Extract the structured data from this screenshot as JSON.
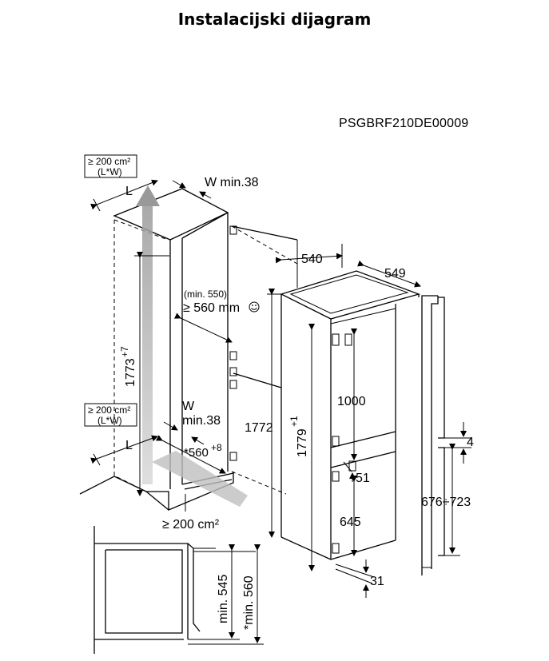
{
  "title": "Instalacijski dijagram",
  "diagram_code": "PSGBRF210DE00009",
  "labels": {
    "vent_top_area": "≥ 200 cm²",
    "vent_top_lw": "(L*W)",
    "vent_bottom_area": "≥ 200 cm²",
    "vent_bottom_lw": "(L*W)",
    "L_top": "L",
    "L_bottom": "L",
    "W_top": "W min.38",
    "W_bottom_w": "W",
    "W_bottom_min": "min.38",
    "niche_height": "1773",
    "niche_height_tol": "+7",
    "depth_min_note": "(min. 550)",
    "depth_main": "≥ 560 mm",
    "niche_depth_bottom": "*560",
    "niche_depth_bottom_tol": "+8",
    "bottom_vent": "≥ 200 cm²",
    "appliance_width": "540",
    "appliance_depth": "549",
    "appliance_height": "1772",
    "appliance_height_total": "1779",
    "appliance_height_total_tol": "+1",
    "freezer_door_height": "1000",
    "gap": "51",
    "fridge_door_height": "645",
    "bottom_offset": "31",
    "door_gap": "4",
    "door_range": "676÷723",
    "side_min_545": "min. 545",
    "side_min_560": "*min. 560"
  }
}
